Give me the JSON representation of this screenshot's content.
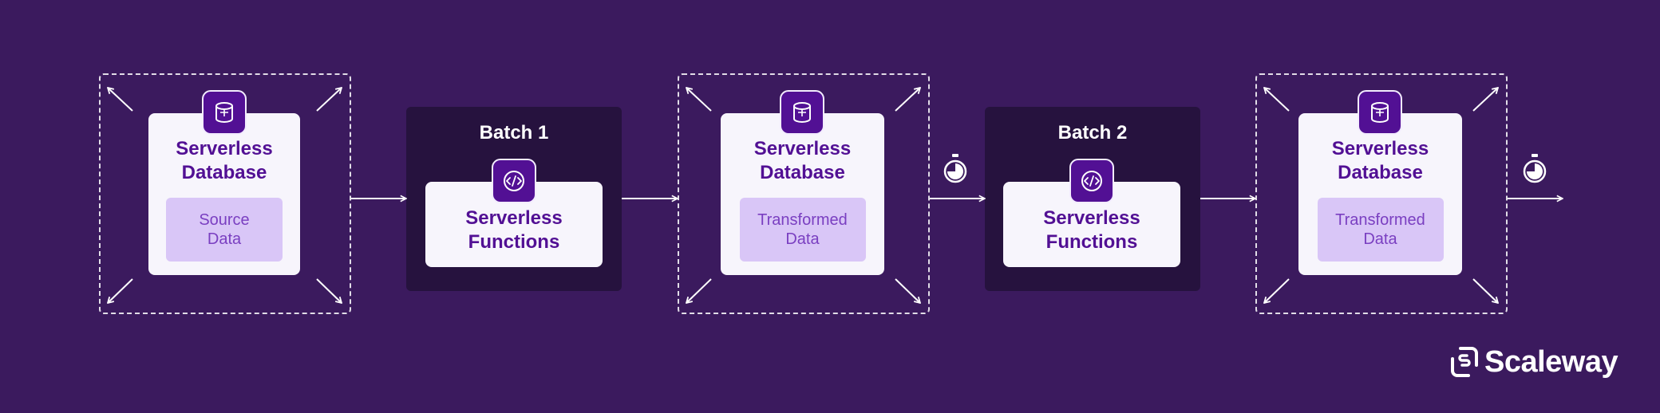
{
  "colors": {
    "background": "#3b1a5e",
    "card": "#f7f5fc",
    "accent": "#521094",
    "chip": "#d9c6f7",
    "batch_panel": "#26123e"
  },
  "stages": [
    {
      "type": "database",
      "title_line1": "Serverless",
      "title_line2": "Database",
      "chip_line1": "Source",
      "chip_line2": "Data",
      "icon": "database-icon"
    },
    {
      "type": "batch",
      "label": "Batch 1",
      "title_line1": "Serverless",
      "title_line2": "Functions",
      "icon": "code-icon"
    },
    {
      "type": "database",
      "title_line1": "Serverless",
      "title_line2": "Database",
      "chip_line1": "Transformed",
      "chip_line2": "Data",
      "icon": "database-icon"
    },
    {
      "type": "batch",
      "label": "Batch 2",
      "title_line1": "Serverless",
      "title_line2": "Functions",
      "icon": "code-icon"
    },
    {
      "type": "database",
      "title_line1": "Serverless",
      "title_line2": "Database",
      "chip_line1": "Transformed",
      "chip_line2": "Data",
      "icon": "database-icon"
    }
  ],
  "icons": {
    "scale": "expand-arrow-icon",
    "timer": "stopwatch-icon",
    "flow": "arrow-right-icon",
    "logo": "scaleway-logo-icon"
  },
  "brand": {
    "name": "Scaleway"
  }
}
